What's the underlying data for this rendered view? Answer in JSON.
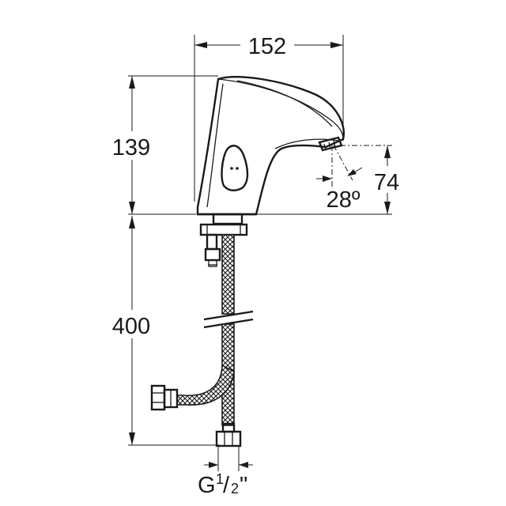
{
  "dimensions": {
    "width": "152",
    "height_body": "139",
    "height_hose": "400",
    "outlet_height": "74",
    "outlet_angle": "28º",
    "thread_prefix": "G",
    "thread_num": "1",
    "thread_den": "2",
    "thread_inch": "\""
  }
}
